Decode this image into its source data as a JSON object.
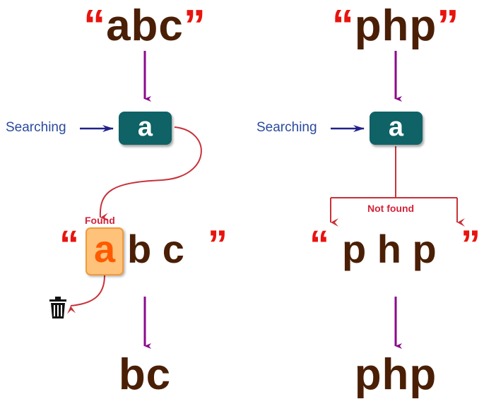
{
  "left": {
    "input_word": "abc",
    "searching_label": "Searching",
    "search_char": "a",
    "found_label": "Found",
    "found_char": "a",
    "remaining_chars": "b c",
    "result": "bc"
  },
  "right": {
    "input_word": "php",
    "searching_label": "Searching",
    "search_char": "a",
    "not_found_label": "Not found",
    "chars": "p h p",
    "result": "php"
  },
  "quotes": {
    "open": "“",
    "close": "”"
  },
  "colors": {
    "teal": "#0f6266",
    "brown": "#4a1f06",
    "quote_red": "#e8140e",
    "arrow_purple": "#8b0a8b",
    "curve_red": "#c8323a",
    "searching_blue": "#2a4a9e"
  }
}
